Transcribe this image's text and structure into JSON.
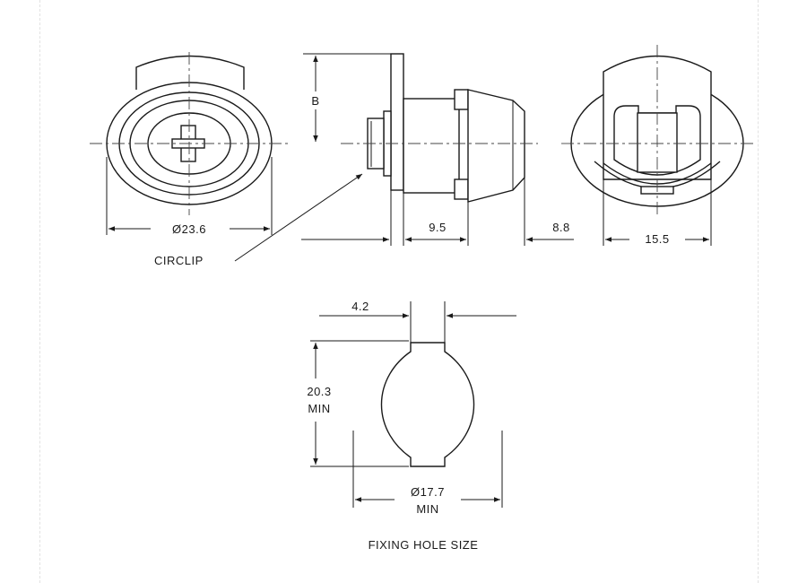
{
  "dimensions": {
    "front_diameter": "Ø23.6",
    "cam_offset": "B",
    "body_length": "9.5",
    "head_height": "8.8",
    "rear_width": "15.5",
    "slot_width": "4.2",
    "hole_height": "20.3",
    "hole_height_suffix": "MIN",
    "hole_diameter": "Ø17.7",
    "hole_diameter_suffix": "MIN"
  },
  "labels": {
    "circlip": "CIRCLIP",
    "fixing_hole_caption": "FIXING HOLE SIZE"
  },
  "colors": {
    "line": "#1a1a1a",
    "background": "#ffffff"
  }
}
